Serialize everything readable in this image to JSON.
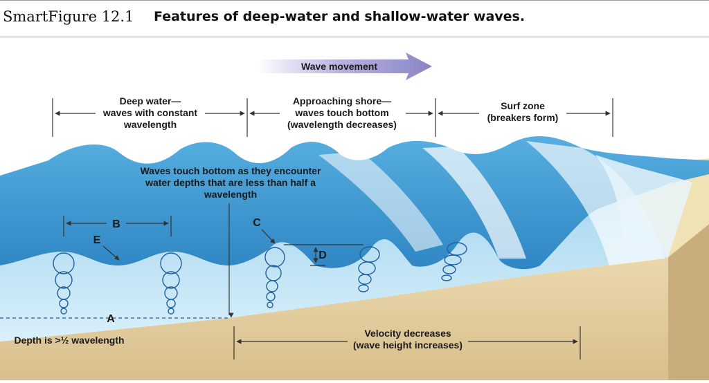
{
  "figure": {
    "number": "SmartFigure 12.1",
    "title": "Features of deep-water and shallow-water waves."
  },
  "diagram": {
    "wave_movement": "Wave movement",
    "zones": {
      "deep_water": [
        "Deep water—",
        "waves with constant",
        "wavelength"
      ],
      "approaching_shore": [
        "Approaching shore—",
        "waves touch bottom",
        "(wavelength decreases)"
      ],
      "surf_zone": [
        "Surf zone",
        "(breakers form)"
      ]
    },
    "touch_bottom_note": [
      "Waves touch bottom as they encounter",
      "water depths that are less than half a",
      "wavelength"
    ],
    "letters": {
      "a": "A",
      "b": "B",
      "c": "C",
      "d": "D",
      "e": "E"
    },
    "depth_note": "Depth is >½ wavelength",
    "velocity_note": [
      "Velocity decreases",
      "(wave height increases)"
    ],
    "colors": {
      "water_surface": "#4fa3d6",
      "water_body": "#bfe3f3",
      "seafloor": "#e5cfa2",
      "seafloor_side": "#c9ad7c",
      "wave_arrow": "#9d97cf",
      "orbit": "#1f5f9e"
    }
  }
}
